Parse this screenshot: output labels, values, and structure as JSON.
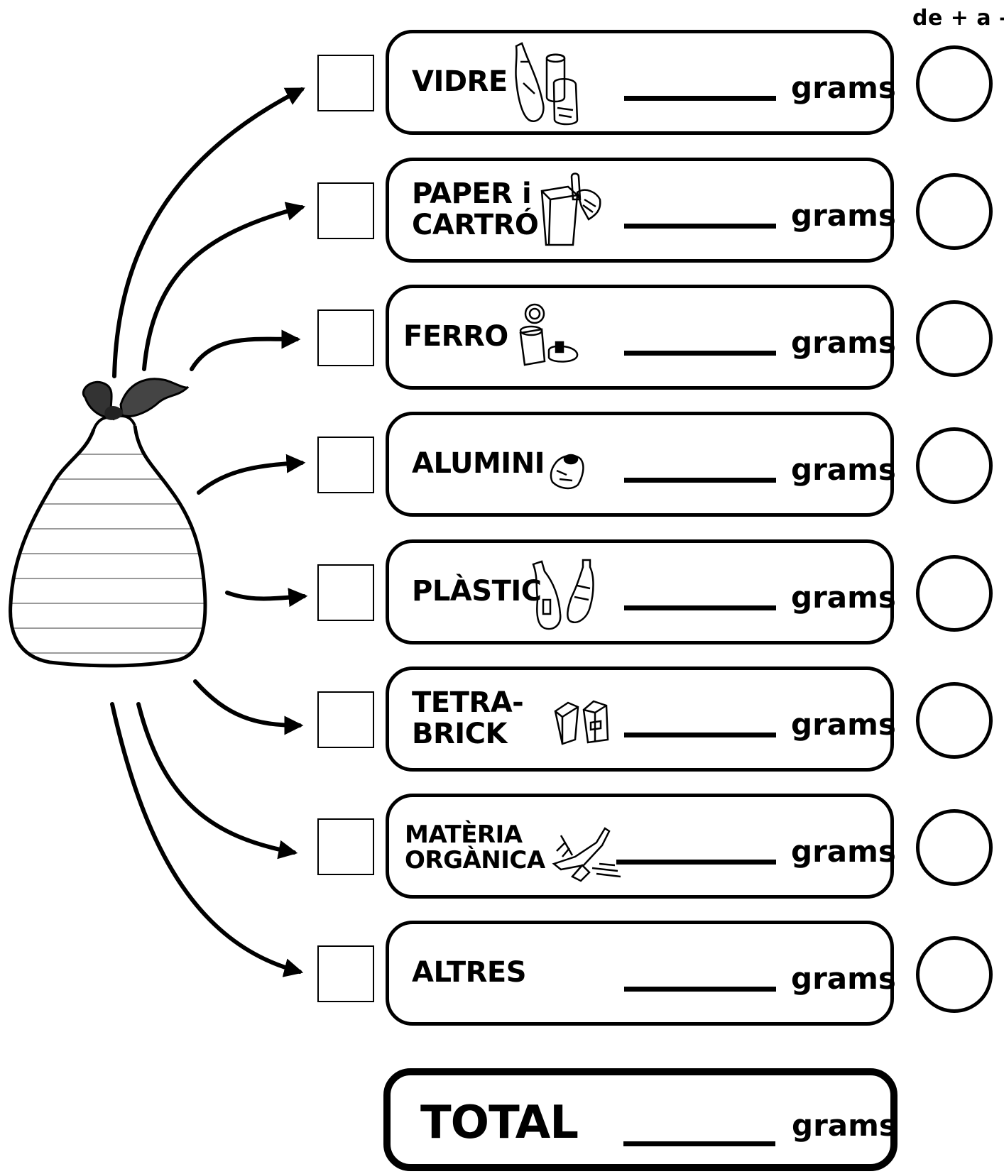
{
  "rank_header": "de + a –",
  "unit": "grams",
  "rows": [
    {
      "label": "VIDRE",
      "icon": "glass-bottles-icon"
    },
    {
      "label": "PAPER i\nCARTRÓ",
      "icon": "paper-bag-icon"
    },
    {
      "label": "FERRO",
      "icon": "tin-can-icon"
    },
    {
      "label": "ALUMINI",
      "icon": "aluminium-can-icon"
    },
    {
      "label": "PLÀSTIC",
      "icon": "plastic-bottles-icon"
    },
    {
      "label": "TETRA-\nBRICK",
      "icon": "carton-icon"
    },
    {
      "label": "MATÈRIA\nORGÀNICA",
      "icon": "food-scraps-icon"
    },
    {
      "label": "ALTRES",
      "icon": ""
    }
  ],
  "total": {
    "label": "TOTAL",
    "unit": "grams"
  }
}
